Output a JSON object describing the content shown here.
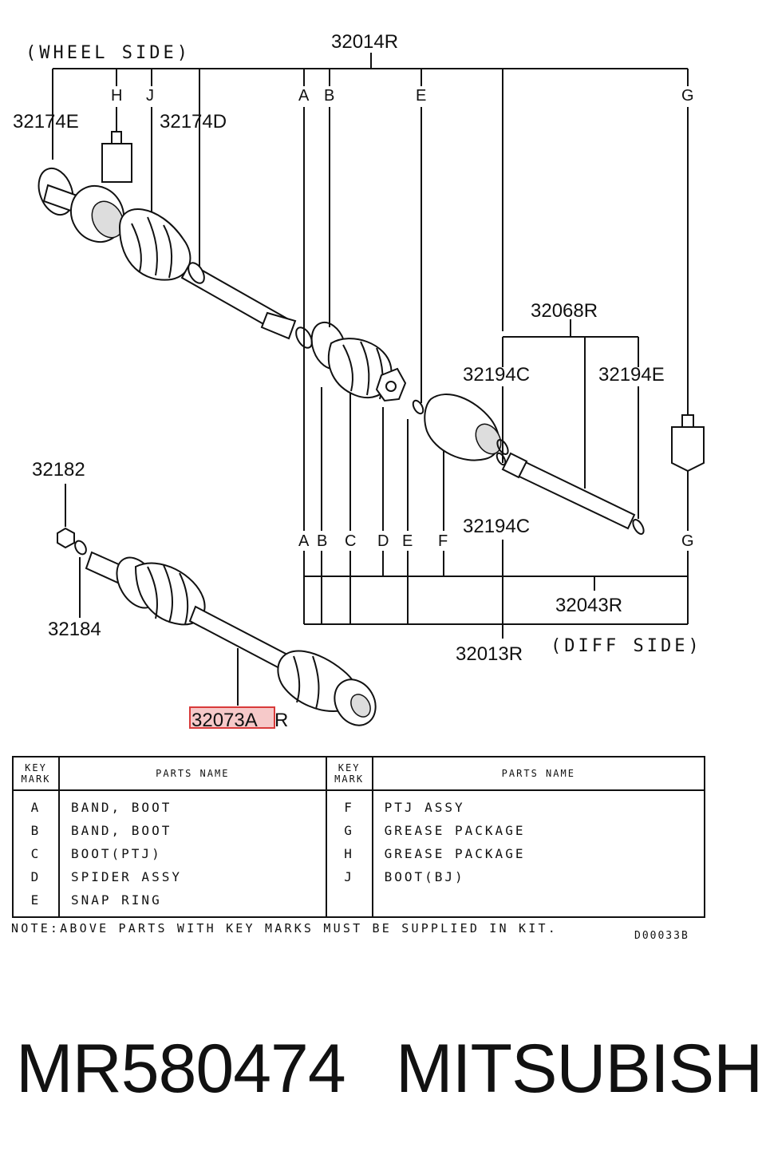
{
  "diagram": {
    "labels": {
      "wheel_side": "(WHEEL SIDE)",
      "diff_side": "(DIFF SIDE)",
      "assy_top": "32014R",
      "p32174E": "32174E",
      "p32174D": "32174D",
      "p32068R": "32068R",
      "p32194C_top": "32194C",
      "p32194E": "32194E",
      "p32194C_bottom": "32194C",
      "p32182": "32182",
      "p32184": "32184",
      "p32043R": "32043R",
      "p32013R": "32013R",
      "p32073A_highlight": "32073A",
      "p32073A_suffix": "R"
    },
    "top_letters": [
      "H",
      "J",
      "A",
      "B",
      "E",
      "G"
    ],
    "bottom_letters": [
      "A",
      "B",
      "C",
      "D",
      "E",
      "F",
      "G"
    ],
    "highlight_color": "#d83a3a"
  },
  "table": {
    "header": {
      "key_mark": "KEY MARK",
      "parts_name": "PARTS NAME"
    },
    "left": [
      {
        "key": "A",
        "name": "BAND, BOOT"
      },
      {
        "key": "B",
        "name": "BAND, BOOT"
      },
      {
        "key": "C",
        "name": "BOOT(PTJ)"
      },
      {
        "key": "D",
        "name": "SPIDER ASSY"
      },
      {
        "key": "E",
        "name": "SNAP RING"
      }
    ],
    "right": [
      {
        "key": "F",
        "name": "PTJ ASSY"
      },
      {
        "key": "G",
        "name": "GREASE PACKAGE"
      },
      {
        "key": "H",
        "name": "GREASE PACKAGE"
      },
      {
        "key": "J",
        "name": "BOOT(BJ)"
      },
      {
        "key": "",
        "name": ""
      }
    ]
  },
  "note": "NOTE:ABOVE PARTS WITH KEY MARKS MUST BE SUPPLIED IN KIT.",
  "diagram_code": "D00033B",
  "footer": {
    "part_number": "MR580474",
    "brand": "MITSUBISHI"
  }
}
